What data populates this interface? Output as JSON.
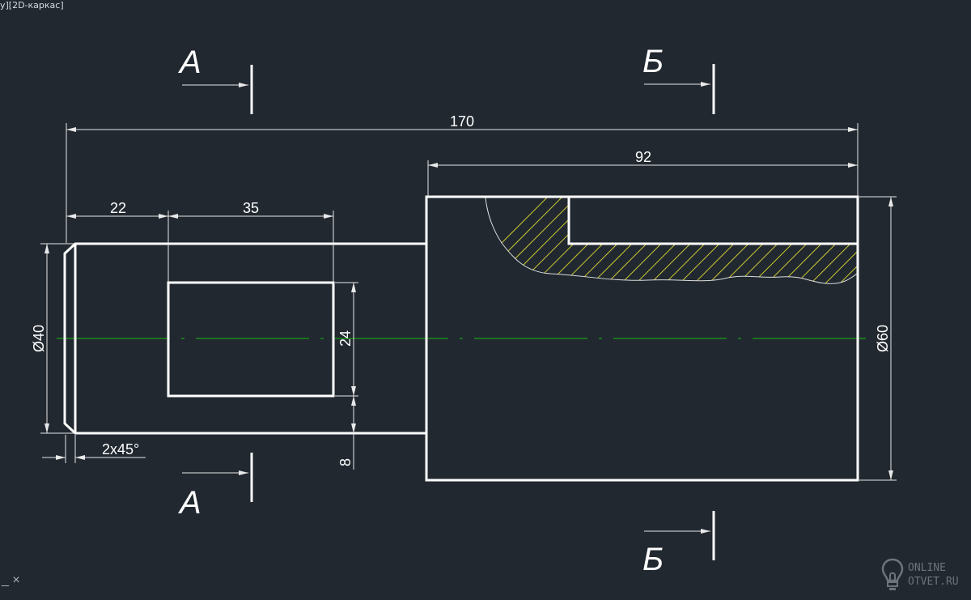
{
  "viewport_label": "у][2D-каркас]",
  "ucs_icon": "_ ×",
  "watermark": {
    "line1": "ONLINE",
    "line2": "OTVET.RU",
    "icon": "lightbulb-icon"
  },
  "colors": {
    "background": "#212830",
    "geometry": "#ffffff",
    "centerline": "#1a8a1a",
    "hatch": "#c8c832"
  },
  "sections": {
    "a_top": "А",
    "a_bottom": "А",
    "b_top": "Б",
    "b_bottom": "Б"
  },
  "dimensions": {
    "overall_length": "170",
    "large_length": "92",
    "shoulder": "22",
    "keyway_length": "35",
    "small_diameter": "Ø40",
    "large_diameter": "Ø60",
    "keyway_width": "24",
    "keyway_depth": "8",
    "chamfer": "2x45°"
  }
}
